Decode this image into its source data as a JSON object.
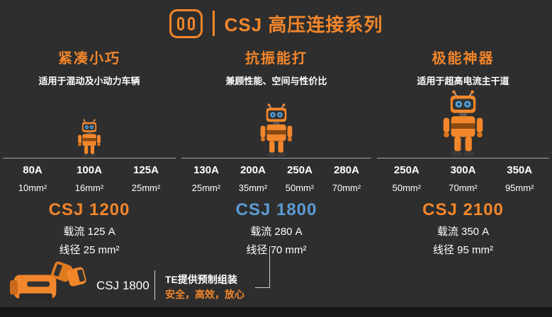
{
  "header": {
    "title": "CSJ 高压连接系列"
  },
  "columns": [
    {
      "heading": "紧凑小巧",
      "subtitle": "适用于混动及小动力车辆",
      "ratings": [
        "80A",
        "100A",
        "125A"
      ],
      "wires": [
        "10mm²",
        "16mm²",
        "25mm²"
      ],
      "model": "CSJ 1200",
      "model_color": "#f2862b",
      "current": "载流 125 A",
      "wire_size": "线径 25 mm²"
    },
    {
      "heading": "抗振能打",
      "subtitle": "兼顾性能、空间与性价比",
      "ratings": [
        "130A",
        "200A",
        "250A",
        "280A"
      ],
      "wires": [
        "25mm²",
        "35mm²",
        "50mm²",
        "70mm²"
      ],
      "model": "CSJ 1800",
      "model_color": "#5b9bd5",
      "current": "载流 280 A",
      "wire_size": "线径 70 mm²"
    },
    {
      "heading": "极能神器",
      "subtitle": "适用于超高电流主干道",
      "ratings": [
        "250A",
        "300A",
        "350A"
      ],
      "wires": [
        "50mm²",
        "70mm²",
        "95mm²"
      ],
      "model": "CSJ 2100",
      "model_color": "#f2862b",
      "current": "载流 350 A",
      "wire_size": "线径 95 mm²"
    }
  ],
  "footer": {
    "product_label": "CSJ 1800",
    "line1": "TE提供预制组装",
    "line2": "安全，高效，放心"
  },
  "colors": {
    "background": "#2e2e2e",
    "orange": "#f2862b",
    "blue": "#5b9bd5",
    "white": "#ffffff"
  }
}
